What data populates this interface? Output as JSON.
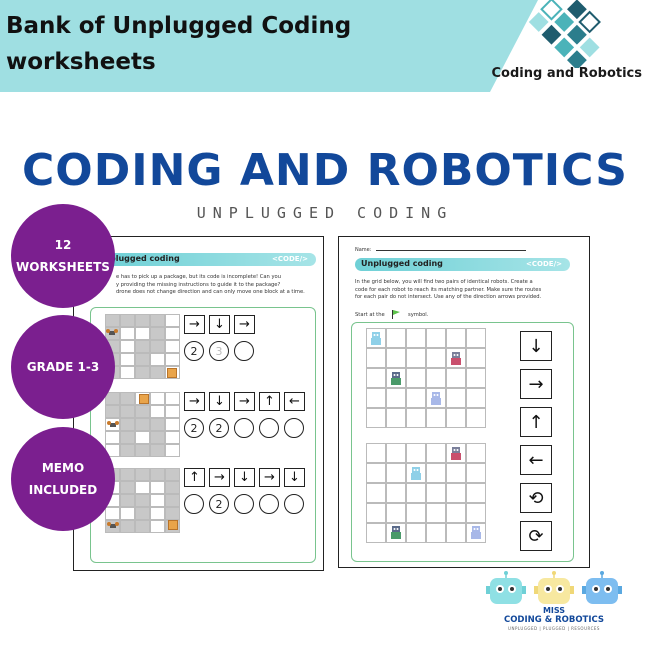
{
  "header": {
    "title": "Bank of Unplugged Coding worksheets",
    "brand": "Coding and Robotics"
  },
  "main": {
    "title": "CODING AND ROBOTICS",
    "subtitle": "UNPLUGGED CODING"
  },
  "badges": [
    {
      "line1": "12",
      "line2": "WORKSHEETS"
    },
    {
      "line1": "GRADE 1-3",
      "line2": ""
    },
    {
      "line1": "MEMO",
      "line2": "INCLUDED"
    }
  ],
  "left_sheet": {
    "title": "plugged coding",
    "code_tag": "<CODE/>",
    "instr_1": "e has to pick up a package, but its code is incomplete! Can you",
    "instr_2": "y providing the missing instructions to guide it to the package?",
    "instr_3": "drone does not change direction and can only move one block at a time.",
    "rows": [
      {
        "arrows": [
          "→",
          "↓",
          "→"
        ],
        "circles": [
          "2",
          "3",
          ""
        ]
      },
      {
        "arrows": [
          "→",
          "↓",
          "→",
          "↑",
          "←"
        ],
        "circles": [
          "2",
          "2",
          "",
          "",
          ""
        ]
      },
      {
        "arrows": [
          "↑",
          "→",
          "↓",
          "→",
          "↓"
        ],
        "circles": [
          "",
          "2",
          "",
          "",
          ""
        ]
      }
    ]
  },
  "right_sheet": {
    "name_label": "Name:",
    "title": "Unplugged coding",
    "code_tag": "<CODE/>",
    "instr_1": "In the grid below, you will find two pairs of identical robots. Create a",
    "instr_2": "code for each robot to reach its matching partner. Make sure the routes",
    "instr_3": "for each pair do not intersect. Use any of the direction arrows provided.",
    "start_1": "Start at the",
    "start_2": "symbol.",
    "arrows": [
      "↓",
      "→",
      "↑",
      "←",
      "⟲",
      "⟳"
    ]
  },
  "footer": {
    "line1": "MISS",
    "line2": "CODING & ROBOTICS",
    "line3": "UNPLUGGED | PLUGGED | RESOURCES"
  },
  "colors": {
    "header": "#9fdfe2",
    "title_blue": "#12489a",
    "badge_purple": "#7b1f8f",
    "panel_green": "#79c48e"
  }
}
